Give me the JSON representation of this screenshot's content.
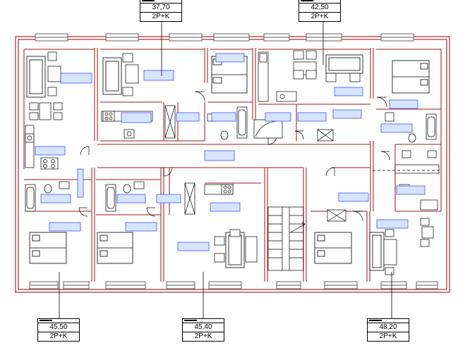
{
  "apartments": [
    {
      "id": "top-left",
      "area": "37,70",
      "type": "2P+K"
    },
    {
      "id": "top-right",
      "area": "42,50",
      "type": "2P+K"
    },
    {
      "id": "bottom-left",
      "area": "45,50",
      "type": "2P+K"
    },
    {
      "id": "bottom-middle",
      "area": "45,40",
      "type": "2P+K"
    },
    {
      "id": "bottom-right",
      "area": "48,20",
      "type": "2P+K"
    }
  ],
  "colors": {
    "wall": "#b04848",
    "line": "#000000",
    "label_border": "#1f3fff",
    "label_fill": "#d6e4ff",
    "window": "#606060"
  }
}
